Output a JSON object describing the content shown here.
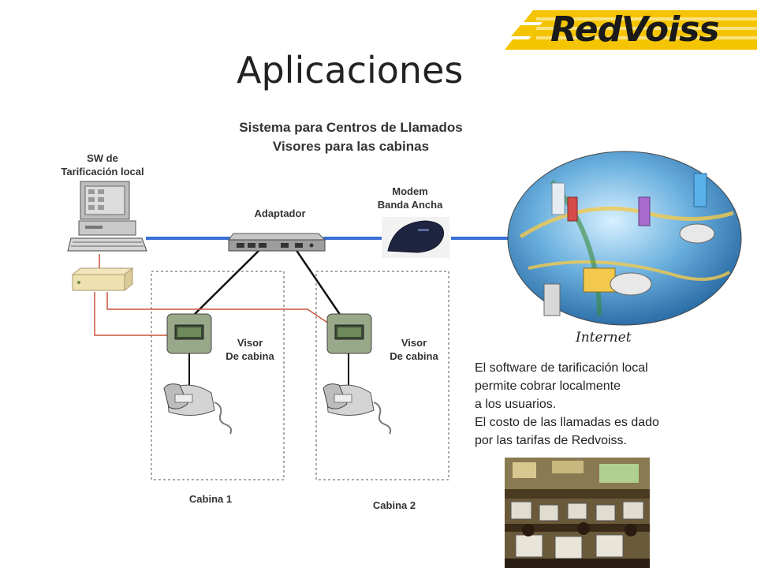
{
  "header": {
    "logo_text": "RedVoiss",
    "title": "Aplicaciones"
  },
  "diagram": {
    "subtitle_line1": "Sistema para Centros de Llamados",
    "subtitle_line2": "Visores para las cabinas",
    "labels": {
      "sw_line1": "SW de",
      "sw_line2": "Tarificación local",
      "adaptador": "Adaptador",
      "modem_line1": "Modem",
      "modem_line2": "Banda Ancha",
      "visor1_line1": "Visor",
      "visor1_line2": "De cabina",
      "visor2_line1": "Visor",
      "visor2_line2": "De cabina",
      "cabina1": "Cabina 1",
      "cabina2": "Cabina 2",
      "internet": "Internet"
    },
    "colors": {
      "network_line": "#3a6fd8",
      "phone_line": "#c8553d",
      "logo_yellow": "#f5c400",
      "cable_black": "#111111"
    }
  },
  "description": {
    "line1": "El software de tarificación local",
    "line2": "permite cobrar localmente",
    "line3": "a los usuarios.",
    "line4": "El costo de las llamadas es dado",
    "line5": "por las tarifas de Redvoiss."
  }
}
